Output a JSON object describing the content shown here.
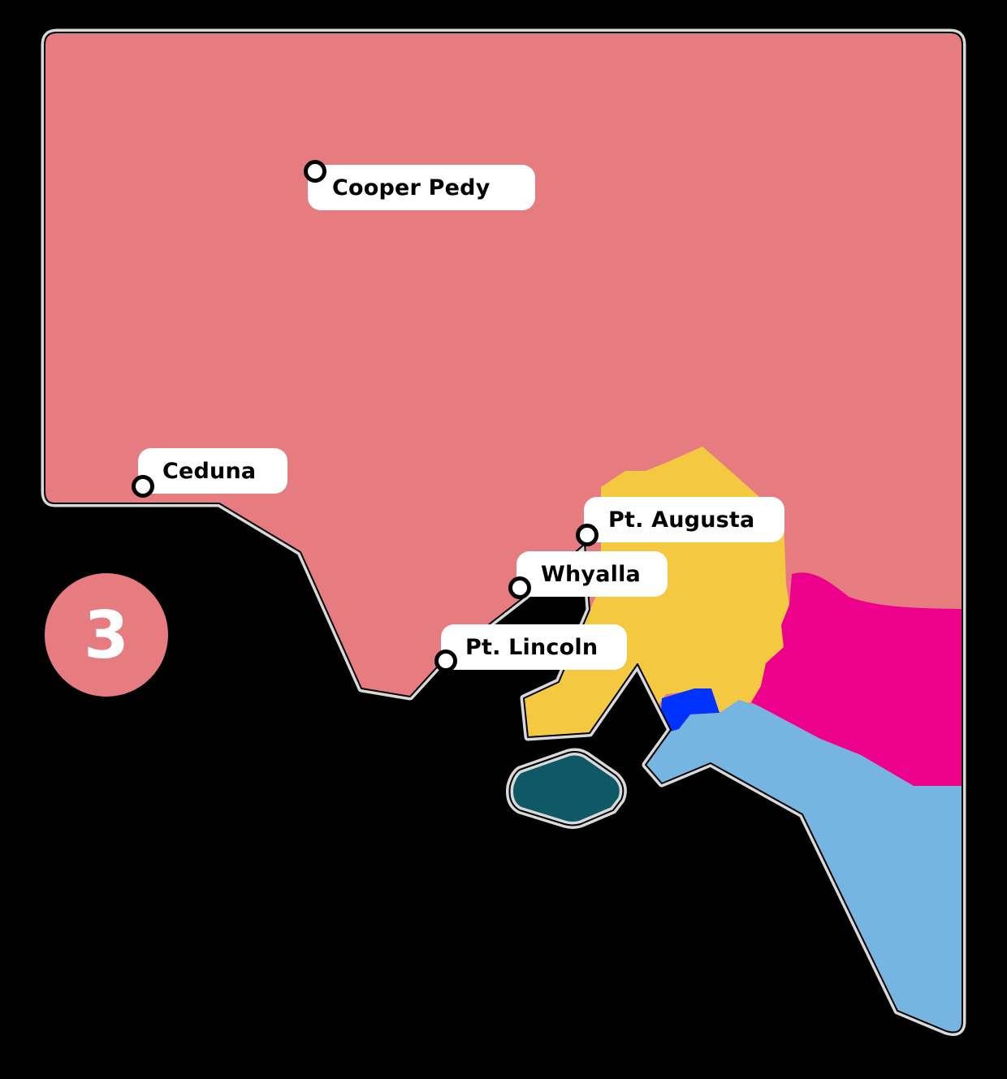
{
  "map": {
    "region_number": "3",
    "colors": {
      "background": "#000000",
      "outline_outer": "#d9d9d9",
      "outline_inner": "#000000",
      "region_far_north_west": "#e77c80",
      "region_upper_spencer": "#f5c842",
      "region_mid_north_east": "#ec008c",
      "region_adelaide": "#0033ff",
      "region_south_east": "#76b4e2",
      "region_kangaroo_island": "#0f5967",
      "badge": "#e77c80"
    },
    "places": [
      {
        "name": "Cooper Pedy"
      },
      {
        "name": "Ceduna"
      },
      {
        "name": "Pt. Augusta"
      },
      {
        "name": "Whyalla"
      },
      {
        "name": "Pt. Lincoln"
      }
    ]
  }
}
